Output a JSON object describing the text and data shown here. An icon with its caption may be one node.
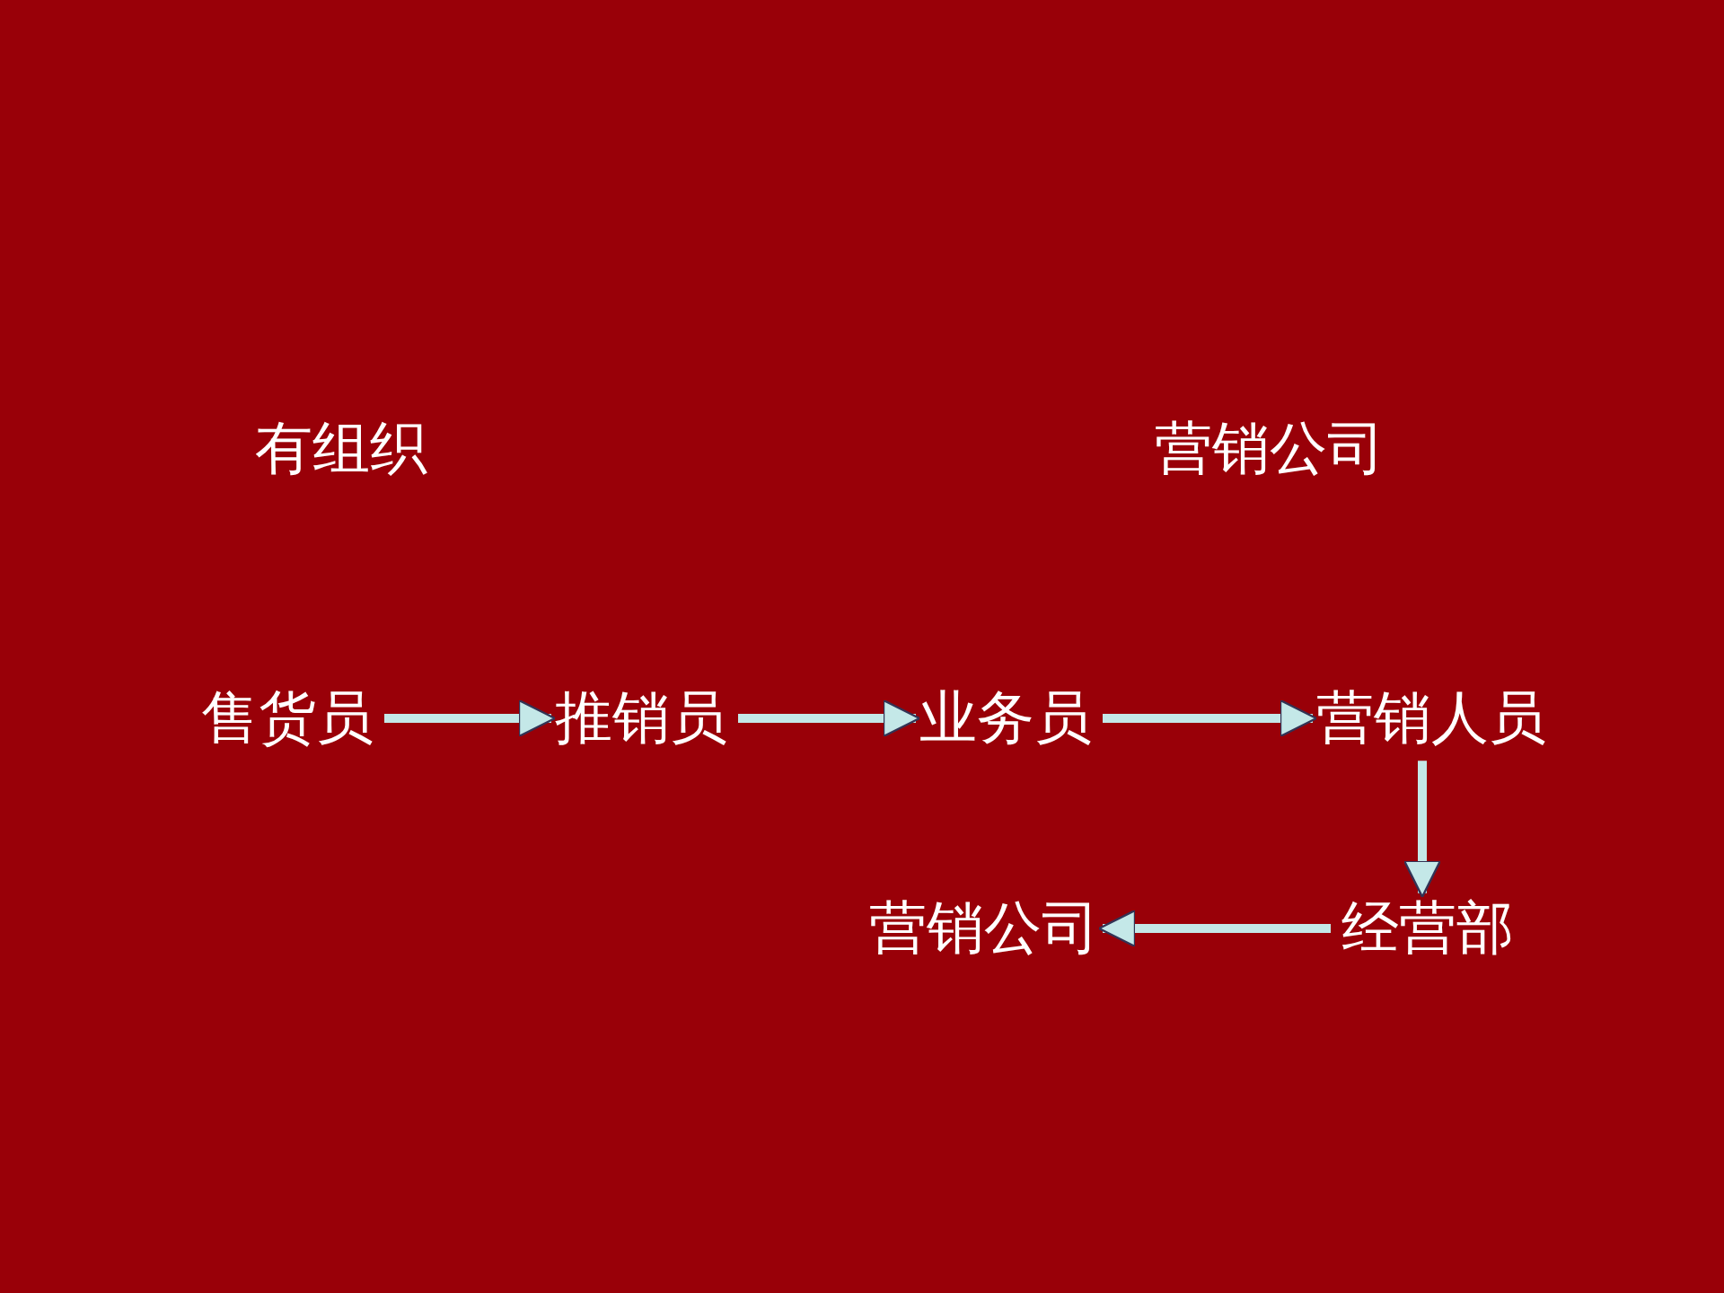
{
  "diagram": {
    "nodes": [
      {
        "text": [
          "售货员"
        ]
      },
      {
        "text": [
          "推销员"
        ]
      },
      {
        "text": [
          "业务员"
        ]
      },
      {
        "text": [
          "营销人员"
        ]
      },
      {
        "text": [
          "经营部"
        ]
      },
      {
        "text": [
          "营销公司"
        ]
      }
    ],
    "edges": [
      {
        "from": 0,
        "to": 1,
        "arrow": "to"
      },
      {
        "from": 1,
        "to": 2,
        "arrow": "to"
      },
      {
        "from": 2,
        "to": 3,
        "arrow": "to"
      },
      {
        "from": 3,
        "to": 4,
        "arrow": "to"
      },
      {
        "from": 4,
        "to": 5,
        "arrow": "to"
      }
    ],
    "labels": [
      "有组织",
      "营销公司"
    ]
  }
}
